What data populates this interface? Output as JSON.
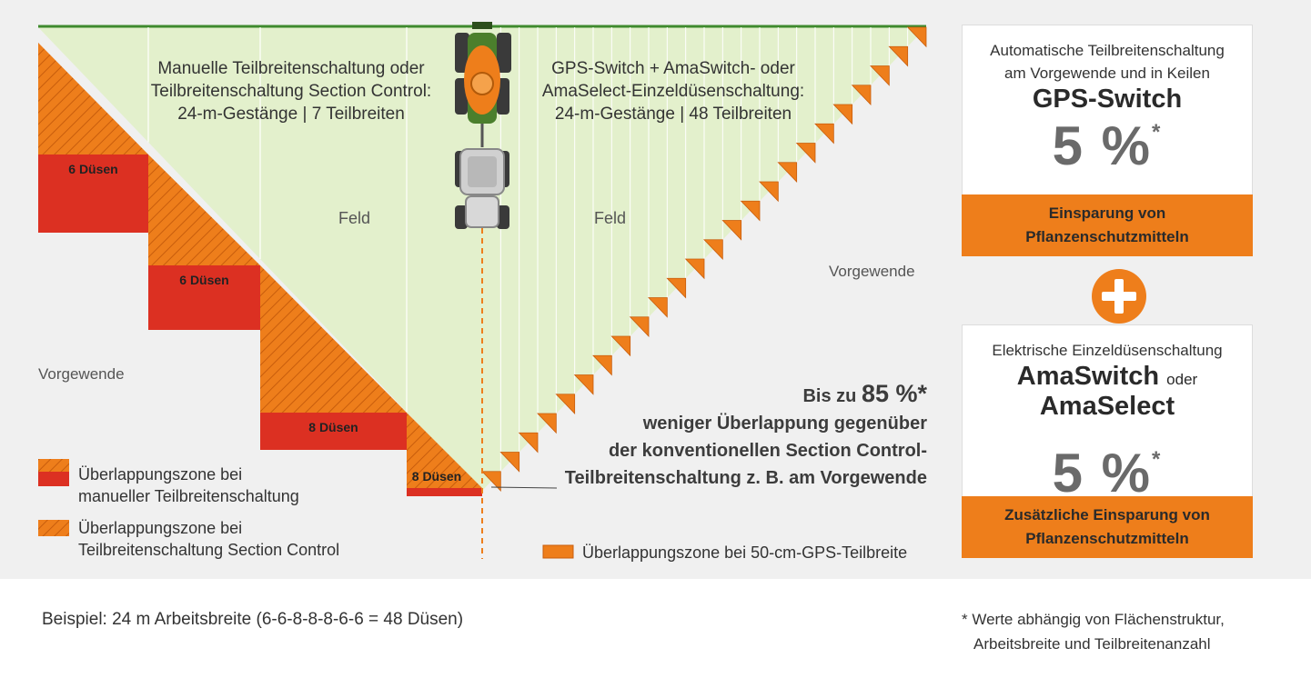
{
  "left_text": {
    "line1": "Manuelle Teilbreitenschaltung oder",
    "line2": "Teilbreitenschaltung Section Control:",
    "line3": "24-m-Gestänge | 7 Teilbreiten"
  },
  "right_text": {
    "line1": "GPS-Switch + AmaSwitch- oder",
    "line2": "AmaSelect-Einzeldüsenschaltung:",
    "line3": "24-m-Gestänge | 48 Teilbreiten"
  },
  "field_label": "Feld",
  "headland_label": "Vorgewende",
  "nozzles": {
    "six": "6 Düsen",
    "eight": "8 Düsen"
  },
  "claim": {
    "prefix": "Bis zu",
    "value": "85 %*",
    "line2": "weniger Überlappung gegenüber",
    "line3": "der konventionellen Section Control-",
    "line4": "Teilbreitenschaltung z. B. am Vorgewende"
  },
  "legend": {
    "manual_1": "Überlappungszone bei",
    "manual_2": "manueller Teilbreitenschaltung",
    "section_1": "Überlappungszone bei",
    "section_2": "Teilbreitenschaltung Section Control",
    "gps": "Überlappungszone bei 50-cm-GPS-Teilbreite"
  },
  "box_gps": {
    "sub1": "Automatische Teilbreitenschaltung",
    "sub2": "am Vorgewende und in Keilen",
    "name": "GPS-Switch",
    "pct": "5 %",
    "star": "*",
    "foot1": "Einsparung von",
    "foot2": "Pflanzenschutzmitteln"
  },
  "box_ama": {
    "sub": "Elektrische Einzeldüsenschaltung",
    "name1": "AmaSwitch",
    "oder": "oder",
    "name2": "AmaSelect",
    "pct": "5 %",
    "star": "*",
    "foot1": "Zusätzliche Einsparung von",
    "foot2": "Pflanzenschutzmitteln"
  },
  "example": "Beispiel: 24 m Arbeitsbreite (6-6-8-8-8-6-6 = 48 Düsen)",
  "footnote": {
    "line1": "* Werte abhängig von Flächenstruktur,",
    "line2": "Arbeitsbreite und Teilbreitenanzahl"
  },
  "colors": {
    "field": "#e3f0cc",
    "orange": "#ee7e1b",
    "red": "#dc3022",
    "panel": "#f0f0f0"
  },
  "icons": [
    "tractor-sprayer-icon",
    "plus-icon"
  ]
}
